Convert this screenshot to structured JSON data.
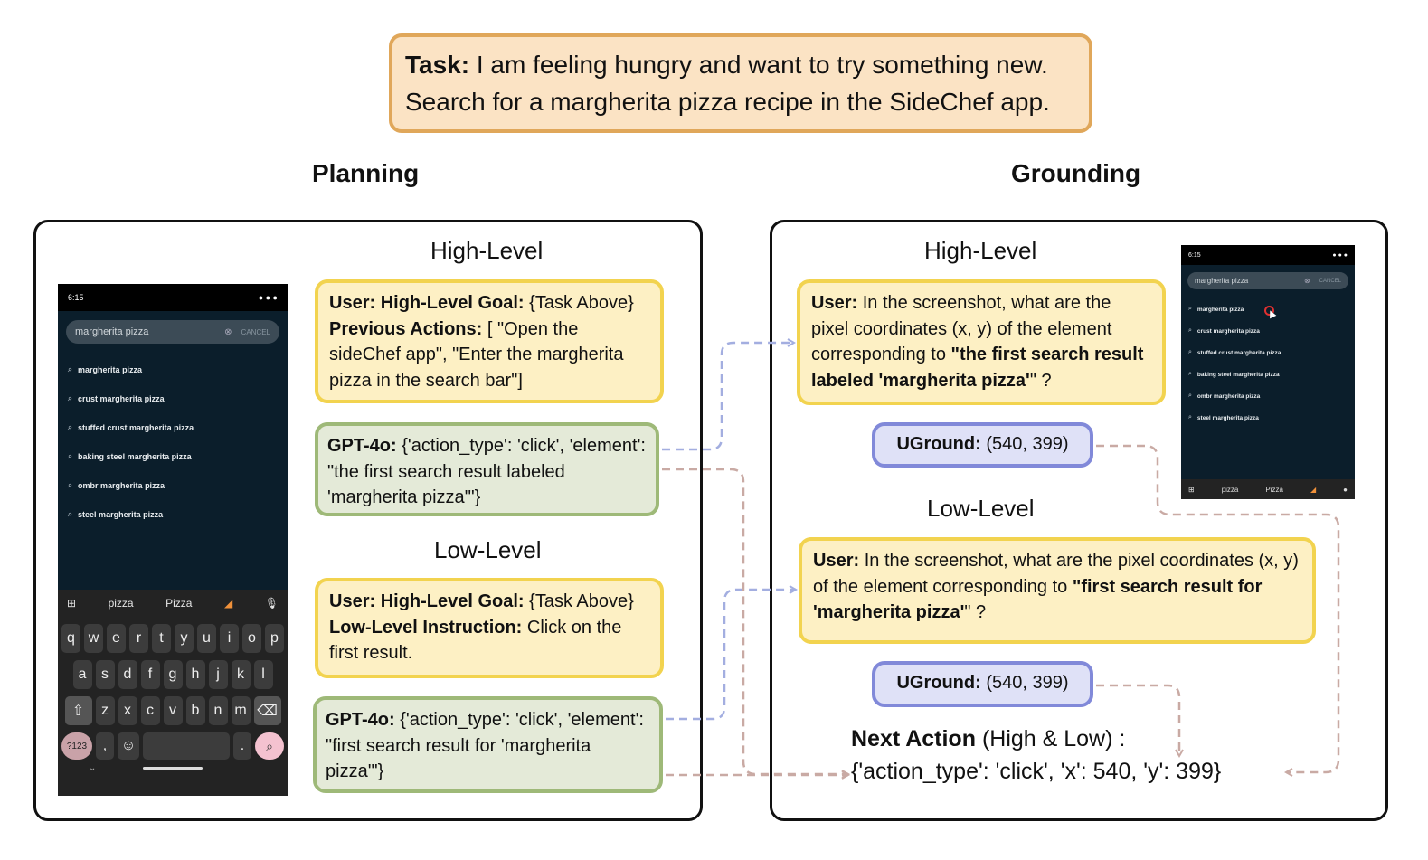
{
  "task": {
    "label": "Task:",
    "text_line1": "I am feeling hungry and want to try something new.",
    "text_line2": "Search for a margherita pizza recipe in the SideChef app."
  },
  "planning": {
    "title": "Planning",
    "high_level_title": "High-Level",
    "low_level_title": "Low-Level",
    "high_user": {
      "goal_label": "User: High-Level Goal:",
      "goal_value": "{Task Above}",
      "prev_label": "Previous Actions:",
      "prev_value": "[ \"Open the sideChef app\", \"Enter the margherita pizza in the search bar\"]"
    },
    "high_gpt": {
      "label": "GPT-4o:",
      "value": "{'action_type': 'click', 'element': \"the first search result labeled 'margherita pizza'\"}"
    },
    "low_user": {
      "goal_label": "User: High-Level Goal:",
      "goal_value": "{Task Above}",
      "instr_label": "Low-Level Instruction:",
      "instr_value": "Click on the first result."
    },
    "low_gpt": {
      "label": "GPT-4o:",
      "value": "{'action_type': 'click', 'element': \"first search result for 'margherita pizza'\"}"
    }
  },
  "grounding": {
    "title": "Grounding",
    "high_level_title": "High-Level",
    "low_level_title": "Low-Level",
    "high_user": {
      "label": "User:",
      "text": "In the screenshot, what are the pixel coordinates (x, y) of the element corresponding to",
      "target": "\"the first search result labeled 'margherita pizza'",
      "suffix": "\" ?"
    },
    "high_uground": {
      "label": "UGround:",
      "value": "(540, 399)"
    },
    "low_user": {
      "label": "User:",
      "text": "In the screenshot, what are the pixel coordinates (x, y) of the element corresponding to",
      "target": "\"first search result for 'margherita pizza'",
      "suffix": "\" ?"
    },
    "low_uground": {
      "label": "UGround:",
      "value": "(540, 399)"
    },
    "next_action": {
      "label": "Next Action",
      "qualifier": "(High & Low) :",
      "value": "{'action_type': 'click', 'x': 540, 'y': 399}"
    }
  },
  "phone_large": {
    "time": "6:15",
    "search_text": "margherita pizza",
    "cancel": "CANCEL",
    "results": [
      "margherita pizza",
      "crust margherita pizza",
      "stuffed crust margherita pizza",
      "baking steel margherita pizza",
      "ombr margherita pizza",
      "steel margherita pizza"
    ],
    "suggestions": [
      "pizza",
      "Pizza"
    ],
    "row1": [
      "q",
      "w",
      "e",
      "r",
      "t",
      "y",
      "u",
      "i",
      "o",
      "p"
    ],
    "row2": [
      "a",
      "s",
      "d",
      "f",
      "g",
      "h",
      "j",
      "k",
      "l"
    ],
    "row3": [
      "z",
      "x",
      "c",
      "v",
      "b",
      "n",
      "m"
    ],
    "symbols_key": "?123",
    "comma_key": ",",
    "period_key": "."
  },
  "phone_small": {
    "time": "6:15",
    "search_text": "margherita pizza",
    "cancel": "CANCEL",
    "results": [
      "margherita pizza",
      "crust margherita pizza",
      "stuffed crust margherita pizza",
      "baking steel margherita pizza",
      "ombr margherita pizza",
      "steel margherita pizza"
    ],
    "suggestions": [
      "pizza",
      "Pizza"
    ]
  },
  "colors": {
    "task_fill": "#fbe3c4",
    "task_border": "#e0a75a",
    "user_fill": "#fdf0c4",
    "user_border": "#f2d34f",
    "gpt_fill": "#e4ead8",
    "gpt_border": "#9eb978",
    "uground_fill": "#dfe1f7",
    "uground_border": "#8189d9",
    "blue_arrow": "#a3aee0",
    "brown_arrow": "#c9aaa4"
  }
}
